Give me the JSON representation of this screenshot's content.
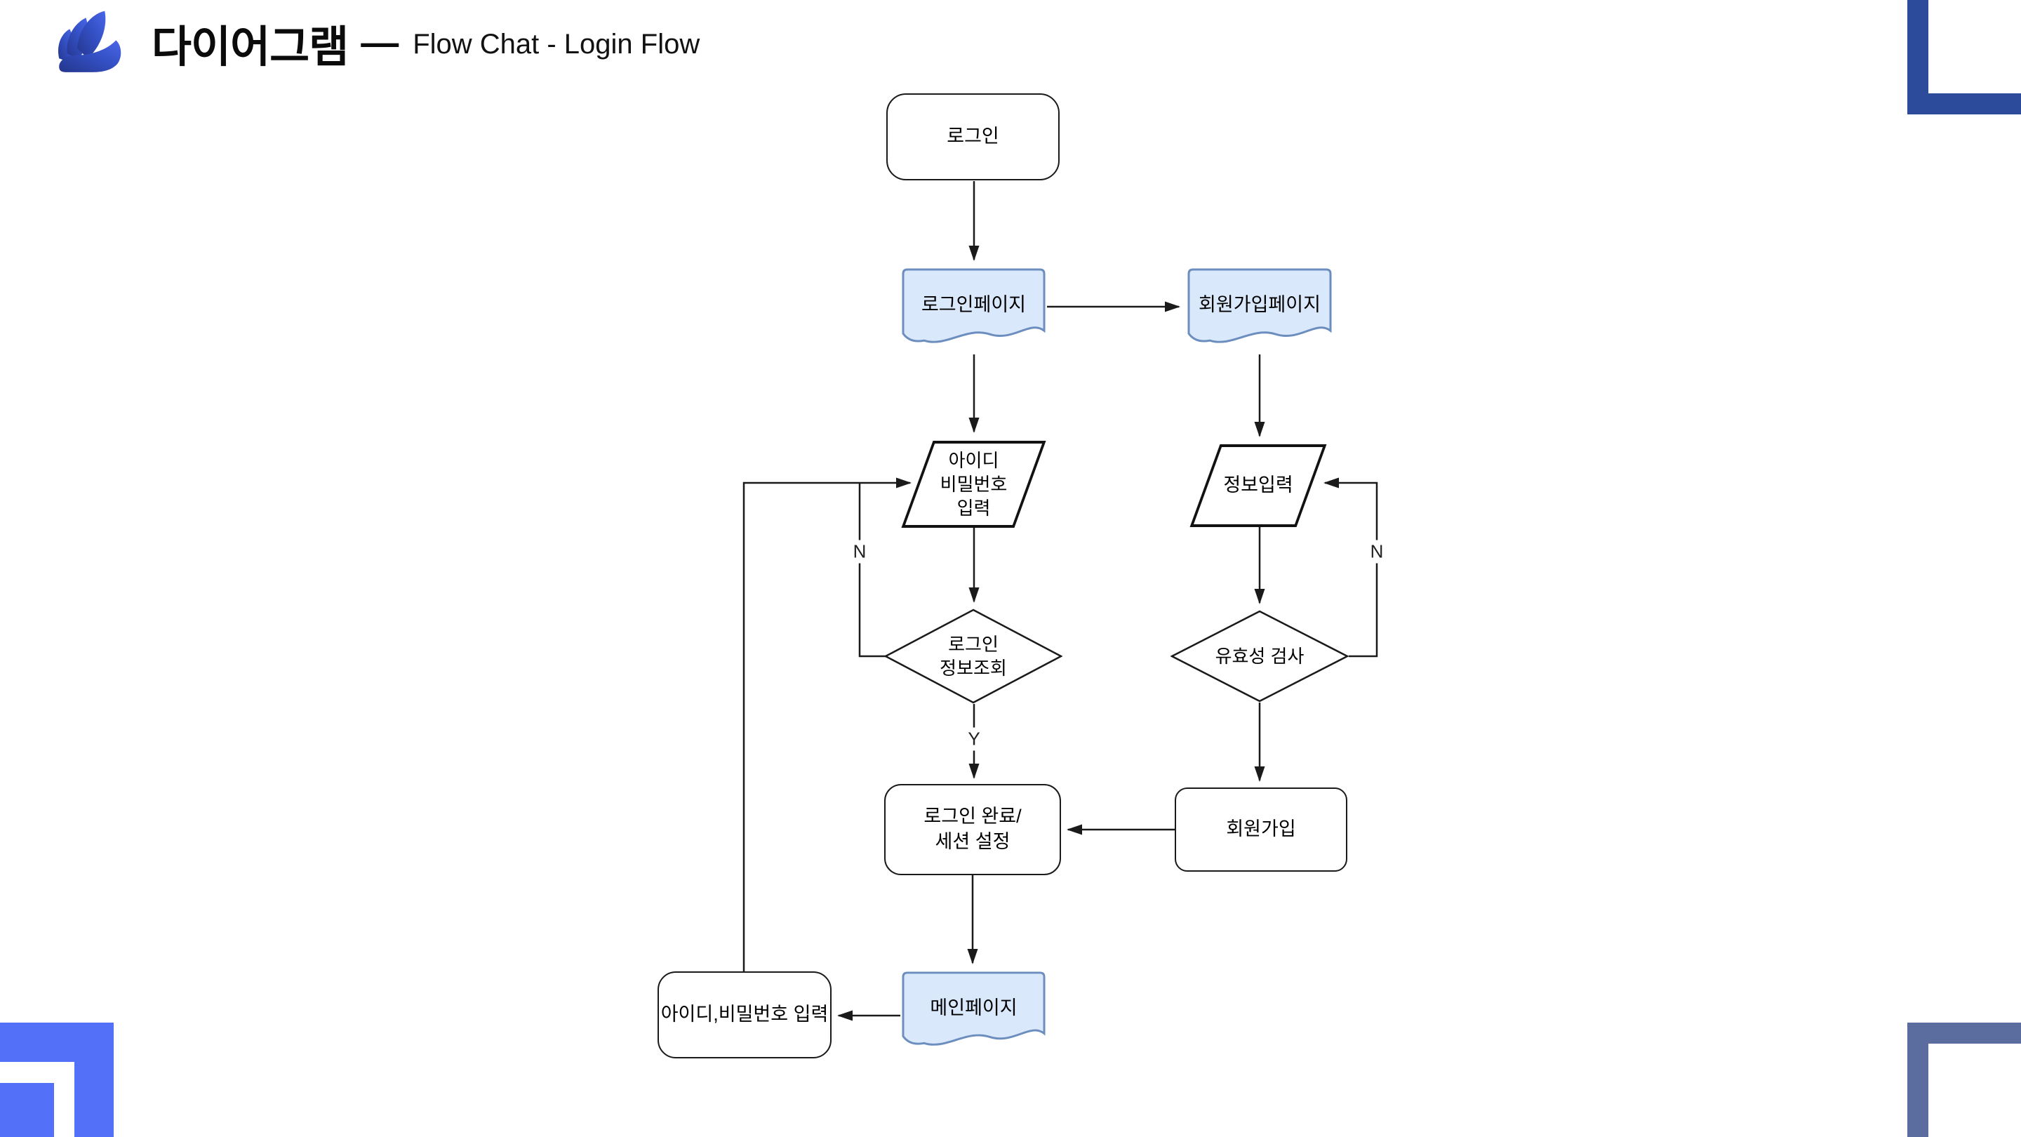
{
  "header": {
    "app_title": "다이어그램",
    "separator": "—",
    "doc_title": "Flow Chat - Login Flow"
  },
  "diagram": {
    "nodes": {
      "login_start": {
        "label": "로그인",
        "shape": "terminator"
      },
      "login_page": {
        "label": "로그인페이지",
        "shape": "document"
      },
      "signup_page": {
        "label": "회원가입페이지",
        "shape": "document"
      },
      "id_pw_input": {
        "label": "아이디\n비밀번호\n입력",
        "shape": "parallelogram"
      },
      "info_input": {
        "label": "정보입력",
        "shape": "parallelogram"
      },
      "login_info_check": {
        "label": "로그인\n정보조회",
        "shape": "decision"
      },
      "validation_check": {
        "label": "유효성 검사",
        "shape": "decision"
      },
      "login_complete": {
        "label": "로그인 완료/\n세션 설정",
        "shape": "process"
      },
      "signup": {
        "label": "회원가입",
        "shape": "process"
      },
      "main_page": {
        "label": "메인페이지",
        "shape": "document"
      },
      "id_pw_reinput": {
        "label": "아이디,비밀번호 입력",
        "shape": "process"
      }
    },
    "edge_labels": {
      "left_no": "N",
      "right_no": "N",
      "yes": "Y"
    }
  },
  "colors": {
    "document_fill": "#dae8fc",
    "document_stroke": "#6c8ebf",
    "shape_stroke": "#1a1a1a",
    "connector": "#1a1a1a",
    "logo_blue_dark": "#2b3f9e",
    "logo_blue_light": "#4a66e8",
    "corner_top_right": "#2d4b9b",
    "corner_bottom_left": "#5271f8",
    "corner_bottom_right": "#5b6d9e"
  }
}
